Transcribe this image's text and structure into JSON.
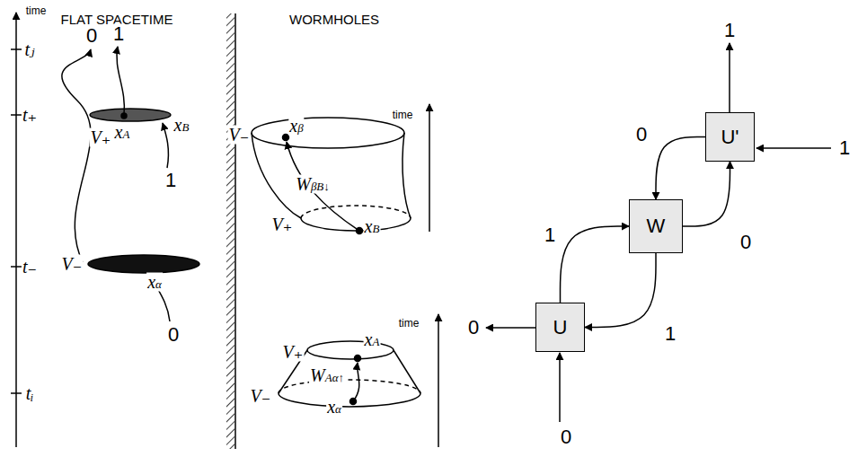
{
  "diagram": {
    "nodes": [
      {
        "text": [
          "U"
        ]
      },
      {
        "text": [
          "W"
        ]
      },
      {
        "text": [
          "U'"
        ]
      }
    ],
    "edges": [
      {
        "from": 0,
        "to": 1,
        "arrow": "to",
        "label": "1"
      },
      {
        "from": 1,
        "to": 2,
        "arrow": "to",
        "label": "0"
      },
      {
        "from": 1,
        "to": 0,
        "arrow": "to",
        "label": "1"
      },
      {
        "from": 2,
        "to": 1,
        "arrow": "to",
        "label": "0"
      }
    ],
    "labels": [
      "time",
      "FLAT SPACETIME",
      "WORMHOLES",
      "tⱼ",
      "0",
      "1",
      "t₊",
      "V₊",
      "xA",
      "xB",
      "1",
      "t₋",
      "V₋",
      "xα",
      "0",
      "tᵢ",
      "time",
      "V₋",
      "xβ",
      "WβB↓",
      "V₊",
      "xB",
      "time",
      "V₊",
      "xA",
      "WAα↑",
      "V₋",
      "xα",
      "1",
      "1",
      "0",
      "0"
    ]
  }
}
